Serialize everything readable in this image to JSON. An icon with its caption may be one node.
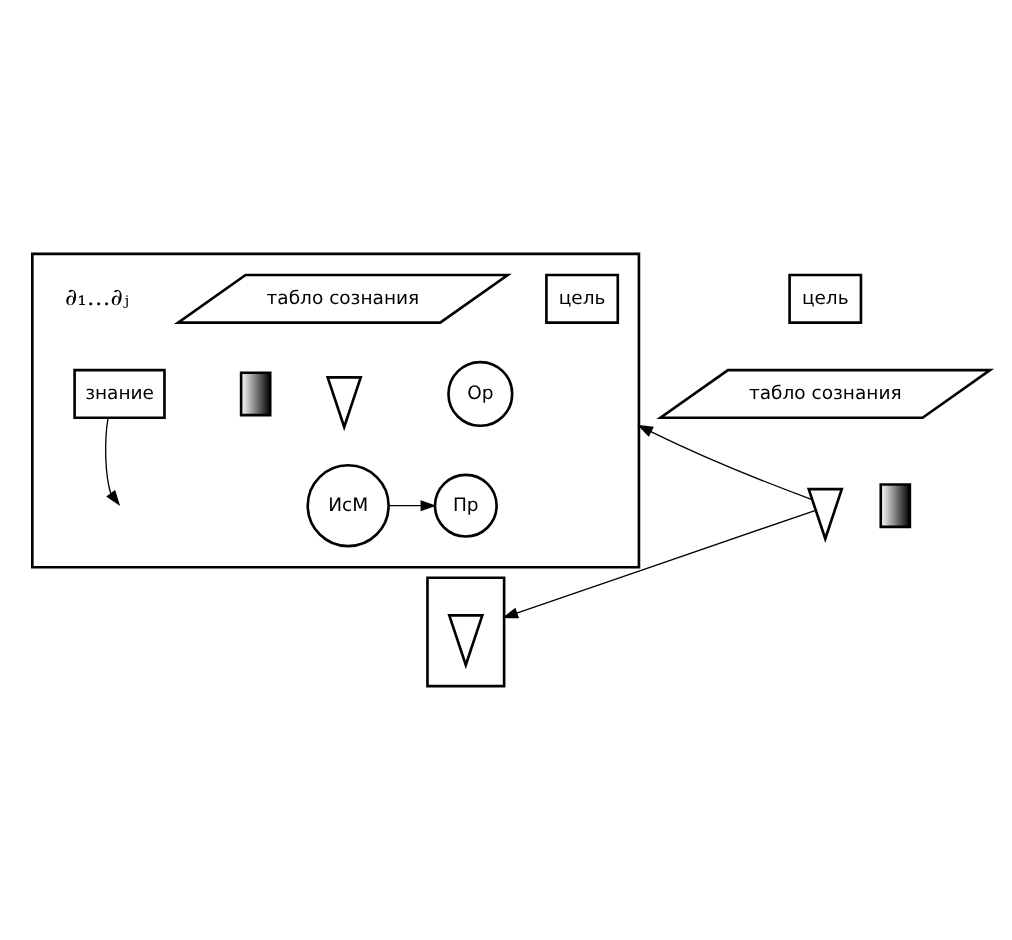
{
  "diagram": {
    "nodes": [
      {
        "text": [],
        "shape": "box"
      },
      {
        "text": [
          "табло сознания"
        ],
        "in": 0
      },
      {
        "text": [
          "цель"
        ],
        "in": 0
      },
      {
        "text": [],
        "shape": "box",
        "in": 0
      },
      {
        "text": [],
        "shape": "person",
        "in": 0
      },
      {
        "text": [
          "знание"
        ],
        "in": 0
      },
      {
        "text": [
          "Ор"
        ],
        "in": 0
      },
      {
        "text": [
          "ИсМ"
        ],
        "in": 0
      },
      {
        "text": [
          "Пр"
        ],
        "in": 0
      },
      {
        "text": [
          "цель"
        ]
      },
      {
        "text": [
          "табло сознания"
        ]
      },
      {
        "text": [],
        "shape": "person"
      },
      {
        "text": [],
        "shape": "box"
      },
      {
        "text": [],
        "shape": "box"
      },
      {
        "text": [],
        "shape": "person",
        "in": 13
      }
    ],
    "edges": [
      {
        "from": 5,
        "to": null,
        "arrow": "to"
      },
      {
        "from": 7,
        "to": 8,
        "arrow": "to"
      },
      {
        "from": 11,
        "to": 0,
        "arrow": "to"
      },
      {
        "from": 11,
        "to": 13,
        "arrow": "to"
      }
    ],
    "labels": [
      "∂₁…∂ⱼ"
    ]
  }
}
